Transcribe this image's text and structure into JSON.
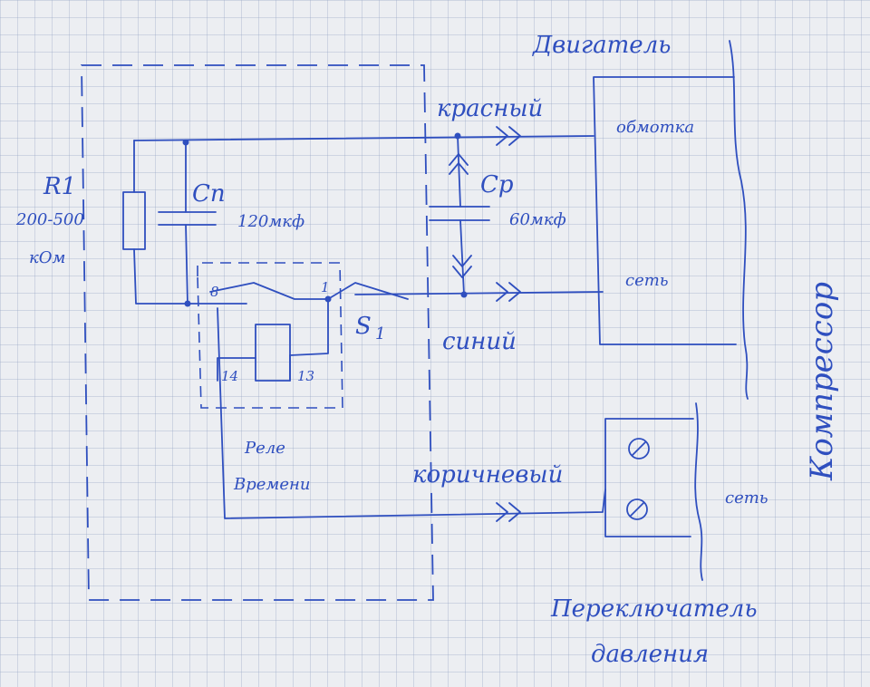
{
  "labels": {
    "motor": "Двигатель",
    "red": "красный",
    "winding": "обмотка",
    "cp": "Ср",
    "cp_value": "60мкф",
    "cn": "Сп",
    "cn_value": "120мкф",
    "r1": "R1",
    "r1_value_1": "200-500",
    "r1_value_2": "кОм",
    "line_1": "сеть",
    "line_2": "сеть",
    "pin_8": "8",
    "pin_1": "1",
    "pin_14": "14",
    "pin_13": "13",
    "s1": "S",
    "s1_sub": "1",
    "blue": "синий",
    "relay_1": "Реле",
    "relay_2": "Времени",
    "brown": "коричневый",
    "compressor": "Компрессор",
    "pswitch_1": "Переключатель",
    "pswitch_2": "давления"
  },
  "colors": {
    "ink": "#2f4fbf",
    "paper": "#eceef2"
  }
}
